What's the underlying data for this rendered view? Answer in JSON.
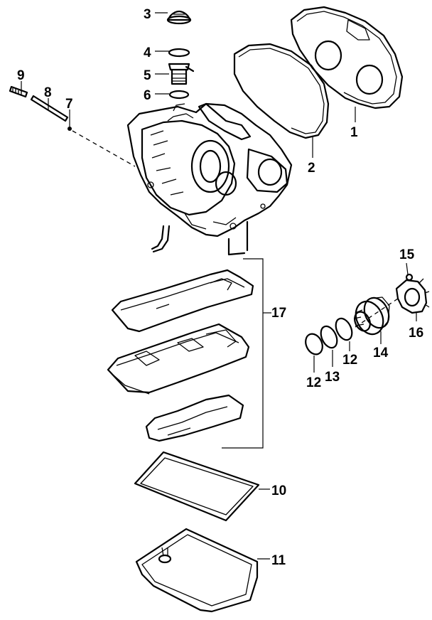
{
  "callouts": {
    "c1": "1",
    "c2": "2",
    "c3": "3",
    "c4": "4",
    "c5": "5",
    "c6": "6",
    "c7": "7",
    "c8": "8",
    "c9": "9",
    "c10": "10",
    "c11": "11",
    "c12a": "12",
    "c12b": "12",
    "c13": "13",
    "c14": "14",
    "c15": "15",
    "c16": "16",
    "c17": "17"
  }
}
